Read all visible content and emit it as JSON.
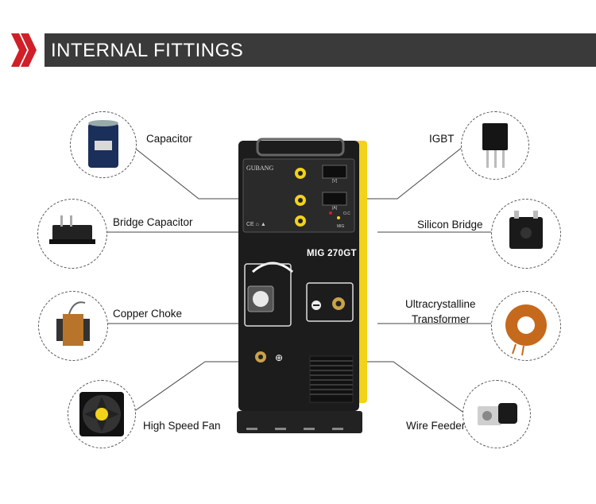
{
  "header": {
    "title": "INTERNAL FITTINGS"
  },
  "machine": {
    "brand": "GUBANG",
    "model": "MIG 270GT",
    "panel_unit_v": "[V]",
    "panel_unit_a": "[A]",
    "indicator_oc": "O.C",
    "indicator_mig": "MIG"
  },
  "parts_left": [
    {
      "label": "Capacitor",
      "icon": "capacitor-icon"
    },
    {
      "label": "Bridge Capacitor",
      "icon": "bridge-capacitor-icon"
    },
    {
      "label": "Copper Choke",
      "icon": "copper-choke-icon"
    },
    {
      "label": "High Speed Fan",
      "icon": "fan-icon"
    }
  ],
  "parts_right": [
    {
      "label": "IGBT",
      "icon": "igbt-icon"
    },
    {
      "label": "Silicon Bridge",
      "icon": "silicon-bridge-icon"
    },
    {
      "label_line1": "Ultracrystalline",
      "label_line2": "Transformer",
      "icon": "transformer-icon"
    },
    {
      "label": "Wire Feeder",
      "icon": "wire-feeder-icon"
    }
  ],
  "colors": {
    "banner": "#3a3a3a",
    "accent": "#d01f28",
    "machine_body": "#1c1c1c",
    "machine_trim": "#f2d21a"
  }
}
